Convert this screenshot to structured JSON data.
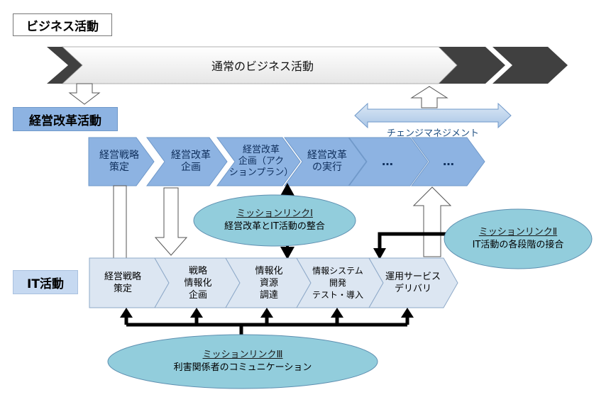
{
  "sections": {
    "business": "ビジネス活動",
    "management_reform": "経営改革活動",
    "it": "IT活動"
  },
  "business_banner": "通常のビジネス活動",
  "change_management": "チェンジマネジメント",
  "reform_steps": [
    {
      "label": "経営戦略\n策定"
    },
    {
      "label": "経営改革\n企画"
    },
    {
      "label": "経営改革\n企画（アク\nションプラン）"
    },
    {
      "label": "経営改革\nの実行"
    },
    {
      "label": "…"
    },
    {
      "label": "…"
    }
  ],
  "it_steps": [
    {
      "label": "経営戦略\n策定"
    },
    {
      "label": "戦略\n情報化\n企画"
    },
    {
      "label": "情報化\n資源\n調達"
    },
    {
      "label": "情報システム\n開発\nテスト・導入"
    },
    {
      "label": "運用サービス\nデリバリ"
    }
  ],
  "mission_links": [
    {
      "title": "ミッションリンクⅠ",
      "text": "経営改革とIT活動の整合"
    },
    {
      "title": "ミッションリンクⅡ",
      "text": "IT活動の各段階の接合"
    },
    {
      "title": "ミッションリンクⅢ",
      "text": "利害関係者のコミュニケーション"
    }
  ],
  "colors": {
    "reform_fill": "#8db3e2",
    "it_fill": "#dce6f2",
    "ellipse_fill": "#92cddc",
    "banner_dark": "#404040",
    "banner_light": "#f2f2f2"
  }
}
